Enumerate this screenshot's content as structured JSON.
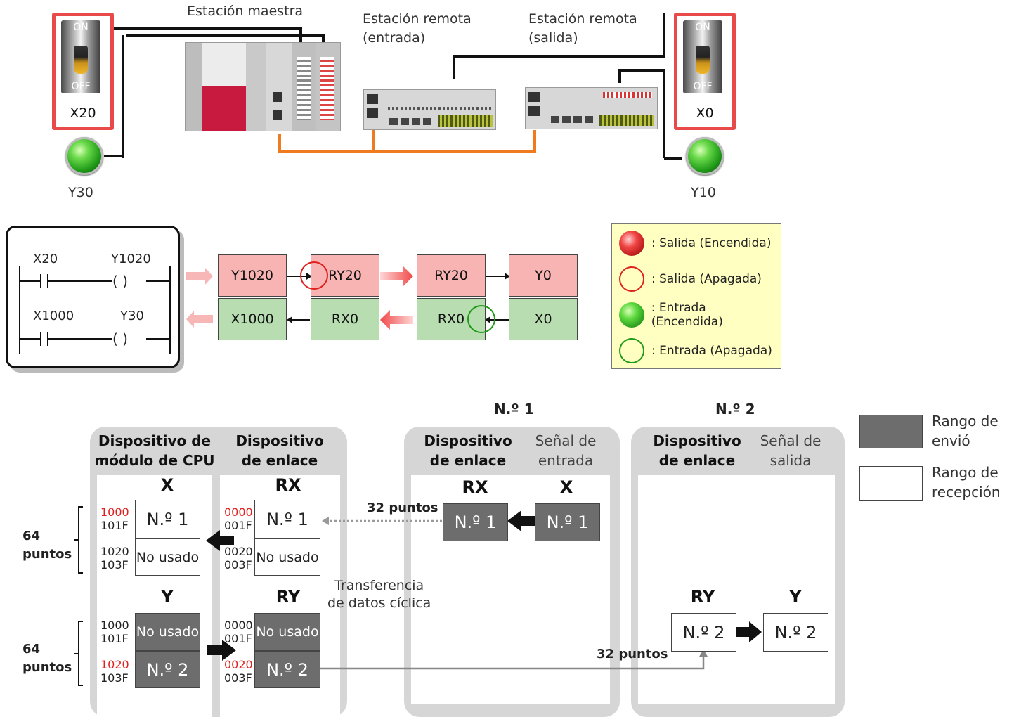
{
  "hardware": {
    "master_label": "Estación maestra",
    "remote_in_label_l1": "Estación remota",
    "remote_in_label_l2": "(entrada)",
    "remote_out_label_l1": "Estación remota",
    "remote_out_label_l2": "(salida)",
    "switch_left": {
      "on": "ON",
      "off": "OFF",
      "name": "X20"
    },
    "switch_right": {
      "on": "ON",
      "off": "OFF",
      "name": "X0"
    },
    "lamp_left": "Y30",
    "lamp_right": "Y10"
  },
  "ladder": {
    "r1_contact": "X20",
    "r1_coil": "Y1020",
    "r2_contact": "X1000",
    "r2_coil": "Y30",
    "coil_glyph": "(   )"
  },
  "flow": {
    "row1": [
      "Y1020",
      "RY20",
      "RY20",
      "Y0"
    ],
    "row2": [
      "X1000",
      "RX0",
      "RX0",
      "X0"
    ]
  },
  "legend": [
    {
      "text": ": Salida (Encendida)",
      "kind": "red-filled"
    },
    {
      "text": ": Salida (Apagada)",
      "kind": "red-ring"
    },
    {
      "text": ": Entrada (Encendida)",
      "kind": "green-filled"
    },
    {
      "text": ": Entrada (Apagada)",
      "kind": "green-ring"
    }
  ],
  "colors": {
    "output": "#e0201d",
    "input": "#1f9a18",
    "network": "#f07a1e",
    "send": "#6d6d6d"
  },
  "map": {
    "station1": "N.º 1",
    "station2": "N.º 2",
    "cpu_header_l1": "Dispositivo de",
    "cpu_header_l2": "módulo de CPU",
    "link_header_l1": "Dispositivo",
    "link_header_l2": "de enlace",
    "in_signal_l1": "Señal de",
    "in_signal_l2": "entrada",
    "out_signal_l1": "Señal de",
    "out_signal_l2": "salida",
    "X": "X",
    "RX": "RX",
    "Y": "Y",
    "RY": "RY",
    "n1": "N.º 1",
    "n2": "N.º 2",
    "unused": "No usado",
    "cpu_x_addr": [
      "1000",
      "101F",
      "1020",
      "103F"
    ],
    "link_rx_addr": [
      "0000",
      "001F",
      "0020",
      "003F"
    ],
    "cpu_y_addr": [
      "1000",
      "101F",
      "1020",
      "103F"
    ],
    "link_ry_addr": [
      "0000",
      "001F",
      "0020",
      "003F"
    ],
    "pts64_l1": "64",
    "pts64_l2": "puntos",
    "pts32": "32 puntos",
    "cyclic_l1": "Transferencia",
    "cyclic_l2": "de datos cíclica",
    "send_range_l1": "Rango de",
    "send_range_l2": "envió",
    "recv_range_l1": "Rango de",
    "recv_range_l2": "recepción"
  }
}
